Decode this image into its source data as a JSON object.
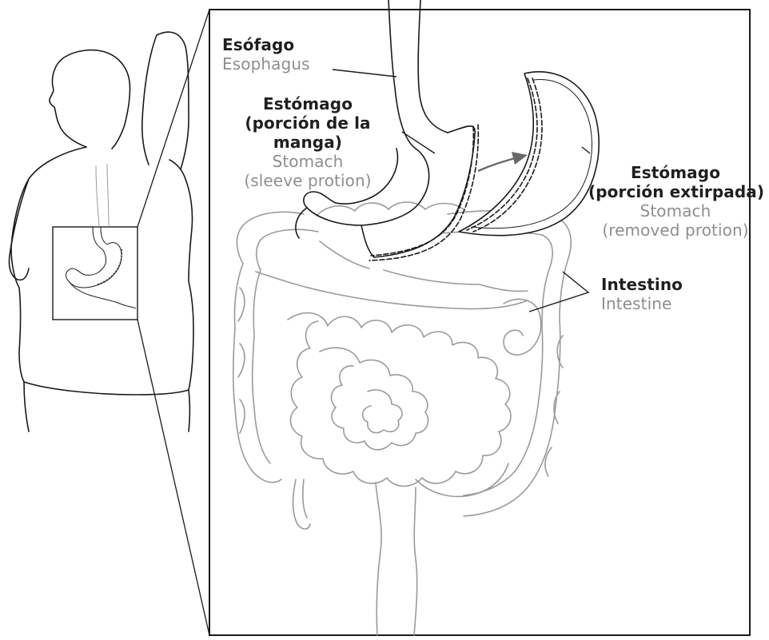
{
  "labels": {
    "esophagus": {
      "es": "Esófago",
      "en": "Esophagus"
    },
    "sleeve": {
      "es_lines": [
        "Estómago",
        "(porción de la",
        "manga)"
      ],
      "en_lines": [
        "Stomach",
        "(sleeve protion)"
      ]
    },
    "removed": {
      "es_lines": [
        "Estómago",
        "(porción extirpada)"
      ],
      "en_lines": [
        "Stomach",
        "(removed protion)"
      ]
    },
    "intestine": {
      "es": "Intestino",
      "en": "Intestine"
    }
  },
  "colors": {
    "outline": "#1a1a1a",
    "organ_gray": "#9a9a9a",
    "label_dark": "#1f1f1f",
    "label_gray": "#8e8e8e",
    "arrow": "#6a6a6a"
  }
}
